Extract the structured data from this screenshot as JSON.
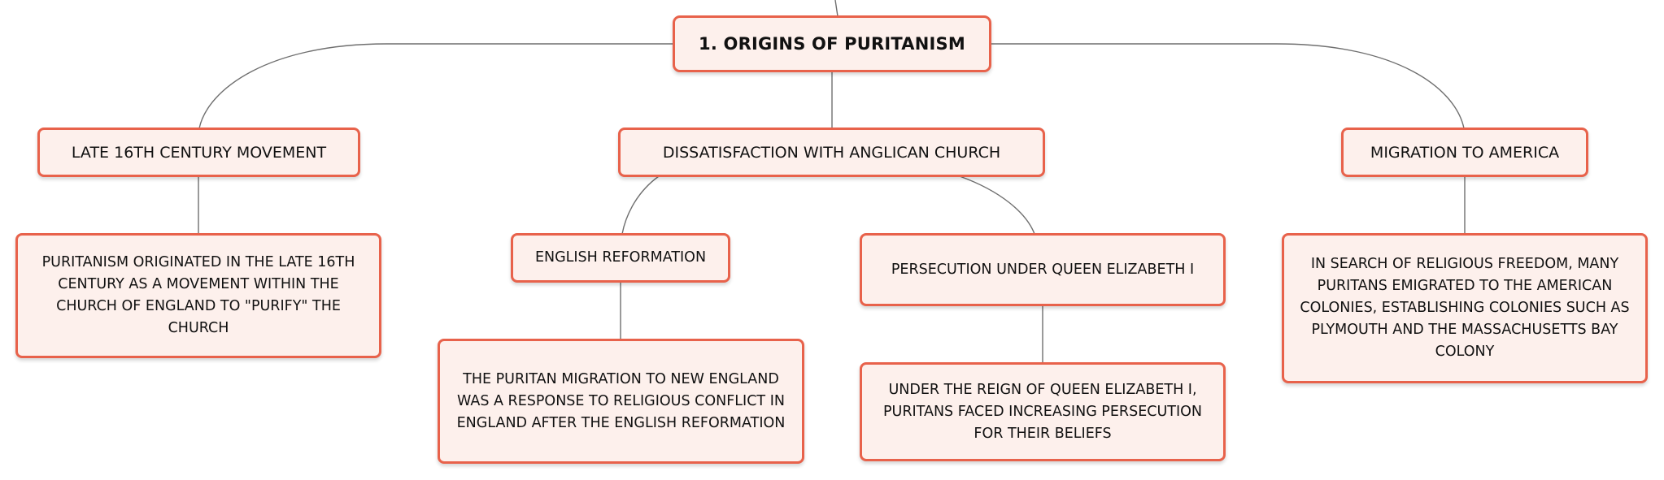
{
  "theme": {
    "node_fill": "#fdf0ec",
    "node_border": "#e8624b",
    "connector": "#6f6f6f",
    "text": "#111111"
  },
  "root": {
    "label": "1. ORIGINS OF PURITANISM"
  },
  "branches": {
    "late_16th": {
      "label": "LATE 16TH CENTURY MOVEMENT",
      "detail": "PURITANISM ORIGINATED IN THE LATE 16TH CENTURY AS A MOVEMENT WITHIN THE CHURCH OF ENGLAND TO \"PURIFY\" THE CHURCH"
    },
    "dissatisfaction": {
      "label": "DISSATISFACTION WITH ANGLICAN CHURCH",
      "children": {
        "reformation": {
          "label": "ENGLISH REFORMATION",
          "detail": "THE PURITAN MIGRATION TO NEW ENGLAND WAS A RESPONSE TO RELIGIOUS CONFLICT IN ENGLAND AFTER THE ENGLISH REFORMATION"
        },
        "persecution": {
          "label": "PERSECUTION UNDER QUEEN ELIZABETH I",
          "detail": "UNDER THE REIGN OF QUEEN ELIZABETH I, PURITANS FACED INCREASING PERSECUTION FOR THEIR BELIEFS"
        }
      }
    },
    "migration": {
      "label": "MIGRATION TO AMERICA",
      "detail": "IN SEARCH OF RELIGIOUS FREEDOM, MANY PURITANS EMIGRATED TO THE AMERICAN COLONIES, ESTABLISHING COLONIES SUCH AS PLYMOUTH AND THE MASSACHUSETTS BAY COLONY"
    }
  }
}
